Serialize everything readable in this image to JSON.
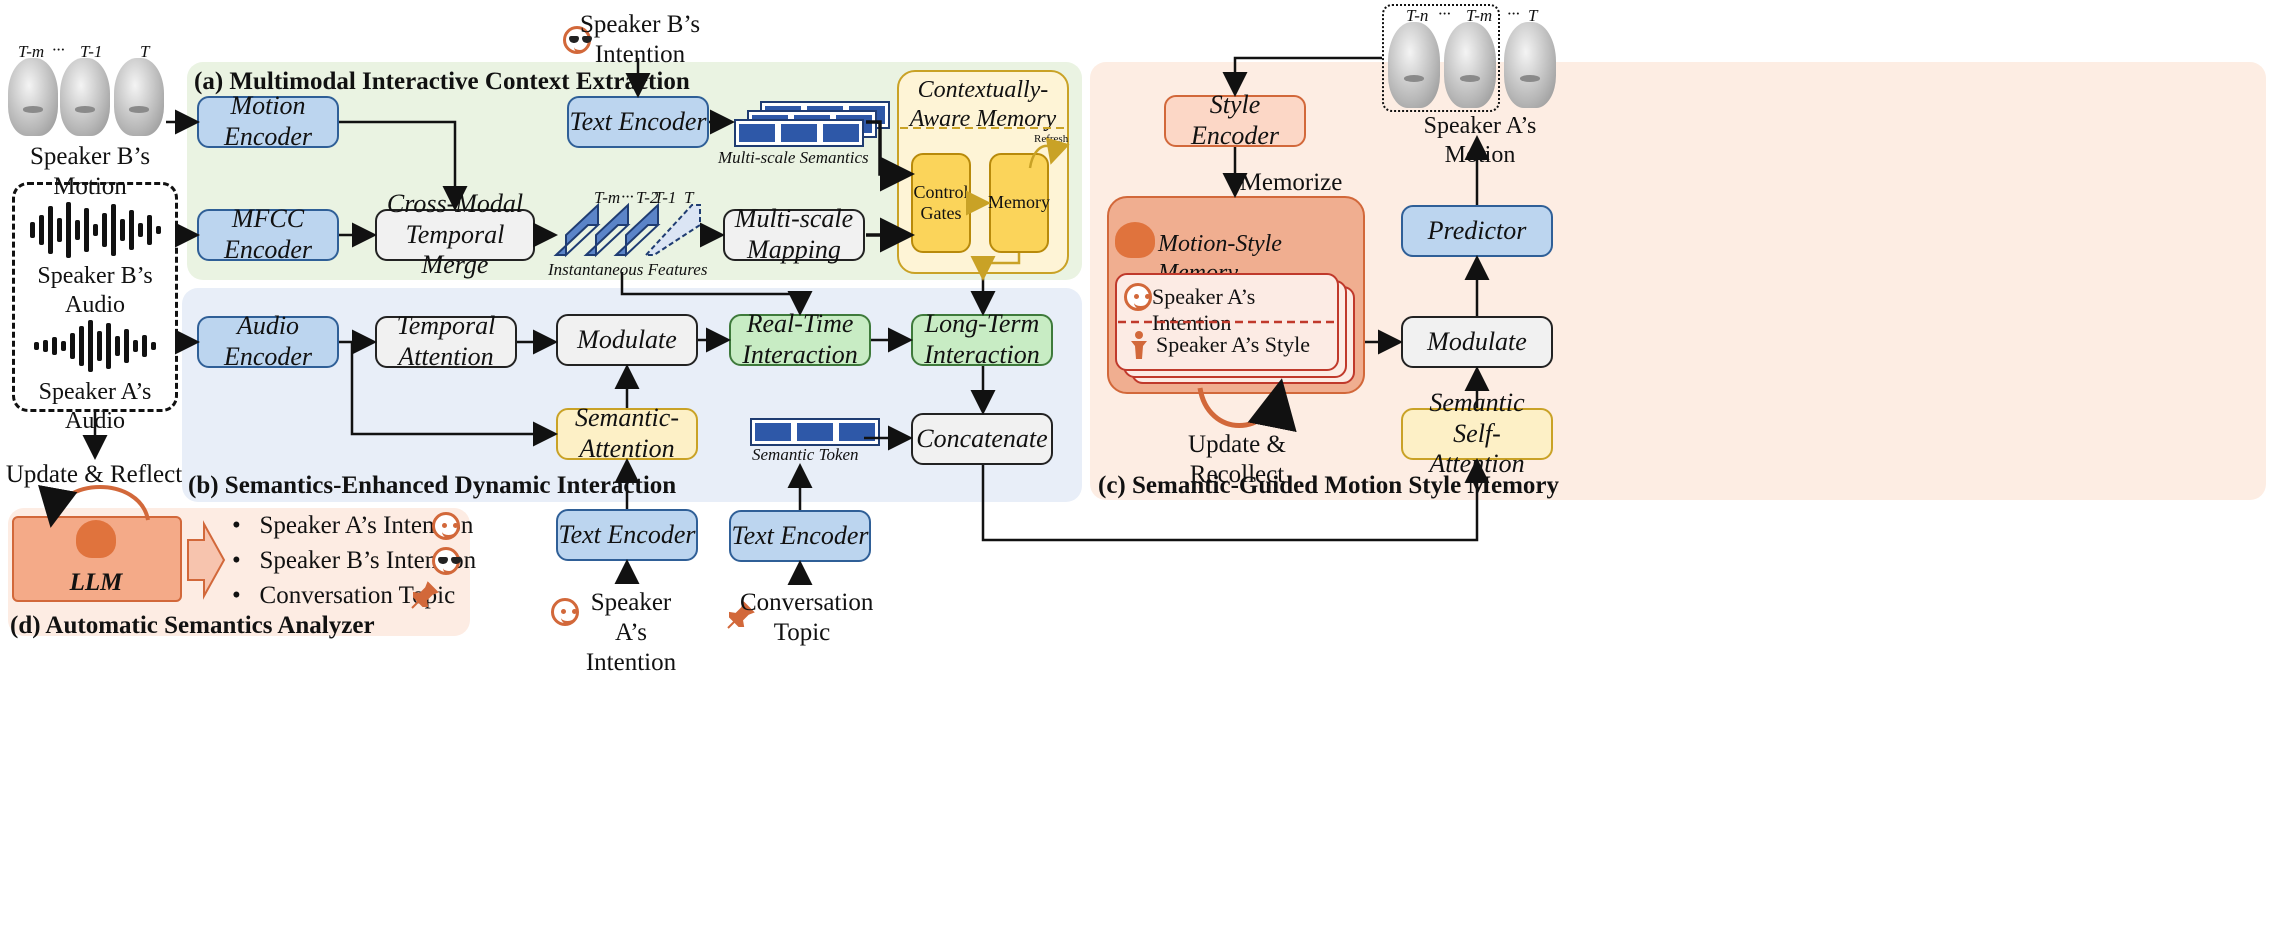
{
  "regions": {
    "a": {
      "title": "(a) Multimodal Interactive Context Extraction",
      "color": "#eaf3e2"
    },
    "b": {
      "title": "(b) Semantics-Enhanced Dynamic Interaction",
      "color": "#e8eef8"
    },
    "c": {
      "title": "(c) Semantic-Guided Motion Style Memory",
      "color": "#fdede3"
    },
    "d": {
      "title": "(d) Automatic Semantics Analyzer",
      "color": "#fdece3"
    }
  },
  "frames": {
    "speaker_b": [
      "T-m",
      "···",
      "T-1",
      "T"
    ],
    "speaker_a": [
      "T-n",
      "···",
      "T-m",
      "···",
      "T"
    ],
    "features": [
      "T-m",
      "···",
      "T-2",
      "T-1",
      "T"
    ]
  },
  "labels": {
    "speaker_b_motion": "Speaker B’s Motion",
    "speaker_b_audio": "Speaker B’s Audio",
    "speaker_a_audio": "Speaker A’s Audio",
    "speaker_a_motion": "Speaker A’s Motion",
    "speaker_b_intention_top": "Speaker B’s\nIntention",
    "speaker_a_intention_bottom": "Speaker A’s\nIntention",
    "conversation_topic_bottom": "Conversation\nTopic",
    "update_reflect": "Update & Reflect",
    "memorize": "Memorize",
    "update_recollect": "Update & Recollect",
    "multi_scale_semantics": "Multi-scale Semantics",
    "instantaneous_features": "Instantaneous Features",
    "semantic_token": "Semantic Token",
    "refresh": "Refresh",
    "llm": "LLM"
  },
  "boxes": {
    "motion_encoder": "Motion\nEncoder",
    "mfcc_encoder": "MFCC\nEncoder",
    "cross_modal": "Cross-Modal\nTemporal Merge",
    "text_encoder_top": "Text Encoder",
    "multi_scale_mapping": "Multi-scale\nMapping",
    "aware_memory": "Contextually-\nAware Memory",
    "control_gates": "Control\nGates",
    "memory": "Memory",
    "audio_encoder": "Audio\nEncoder",
    "temporal_attention": "Temporal\nAttention",
    "modulate_mid": "Modulate",
    "real_time": "Real-Time\nInteraction",
    "long_term": "Long-Term\nInteraction",
    "semantic_attention": "Semantic-\nAttention",
    "concatenate": "Concatenate",
    "text_encoder_bl": "Text Encoder",
    "text_encoder_br": "Text Encoder",
    "style_encoder": "Style Encoder",
    "motion_style_memory": "Motion-Style Memory",
    "speaker_a_intention_card": "Speaker A’s Intention",
    "speaker_a_style_card": "Speaker A’s Style",
    "predictor": "Predictor",
    "modulate_right": "Modulate",
    "semantic_self_attention": "Semantic Self-\nAttention"
  },
  "analyzer_items": [
    "Speaker A’s Intention",
    "Speaker B’s Intention",
    "Conversation Topic"
  ],
  "icons": {
    "smile": "smile-face-icon",
    "cool": "sunglasses-face-icon",
    "pin": "pushpin-icon",
    "brain": "brain-icon",
    "person": "person-icon",
    "accent": "#d2683a"
  }
}
